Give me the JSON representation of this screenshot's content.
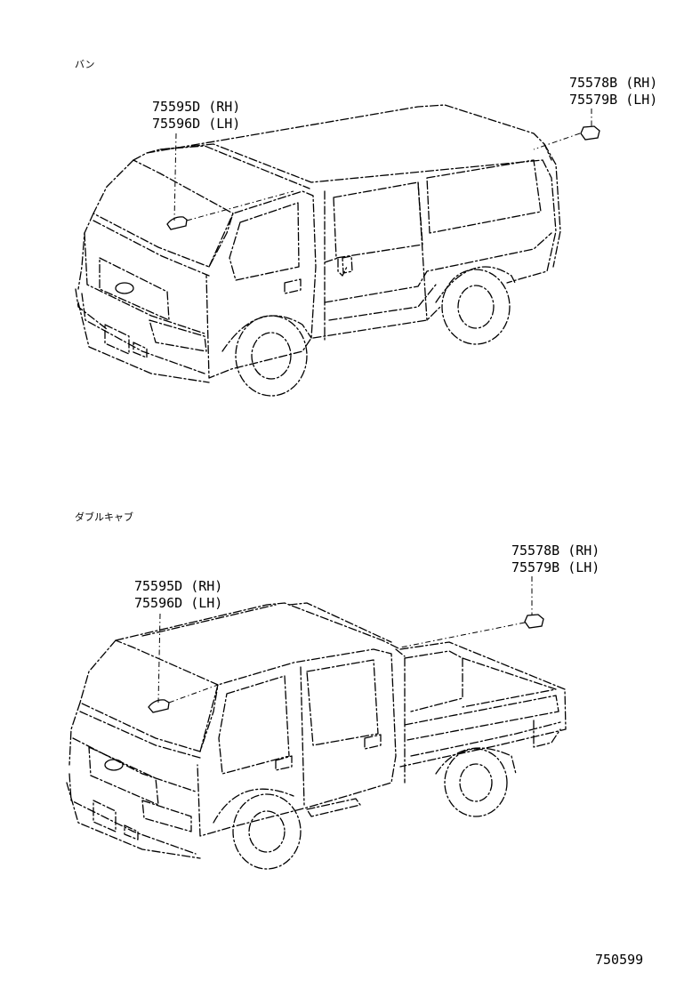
{
  "sections": [
    {
      "title": "バン",
      "front_parts": [
        "75595D (RH)",
        "75596D (LH)"
      ],
      "rear_parts": [
        "75578B (RH)",
        "75579B (LH)"
      ]
    },
    {
      "title": "ダブルキャブ",
      "front_parts": [
        "75595D (RH)",
        "75596D (LH)"
      ],
      "rear_parts": [
        "75578B (RH)",
        "75579B (LH)"
      ]
    }
  ],
  "diagram_id": "750599"
}
